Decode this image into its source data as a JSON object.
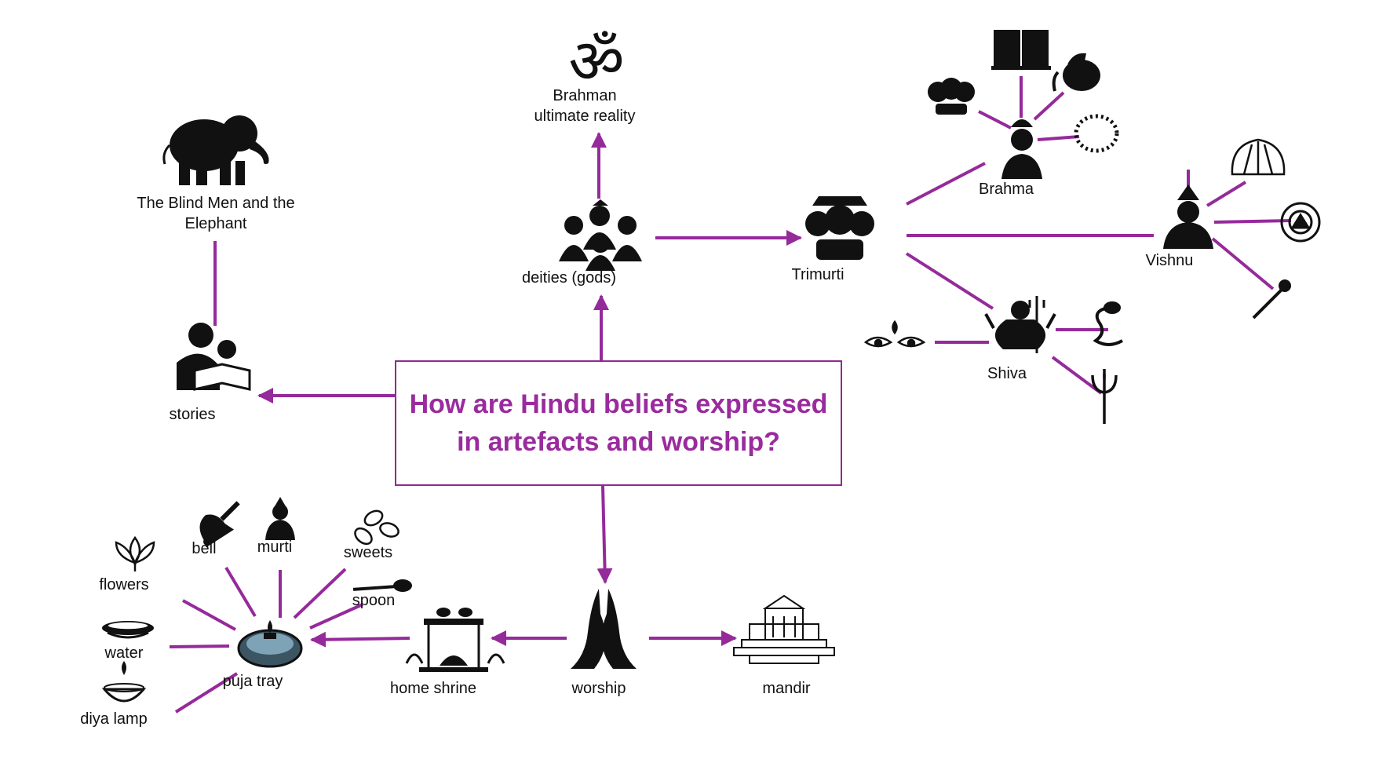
{
  "question": "How are Hindu beliefs expressed in artefacts and worship?",
  "colors": {
    "connector": "#952a9b",
    "question_text": "#9a2b9e",
    "icon": "#111111"
  },
  "nodes": {
    "brahman": "Brahman\nultimate reality",
    "deities": "deities (gods)",
    "trimurti": "Trimurti",
    "brahma": "Brahma",
    "vishnu": "Vishnu",
    "shiva": "Shiva",
    "story": "The Blind Men and the\nElephant",
    "stories": "stories",
    "worship": "worship",
    "home_shrine": "home shrine",
    "mandir": "mandir",
    "puja_tray": "puja tray",
    "flowers": "flowers",
    "bell": "bell",
    "murti": "murti",
    "sweets": "sweets",
    "spoon": "spoon",
    "water": "water",
    "diya_lamp": "diya lamp"
  },
  "icons": [
    "om-icon",
    "deities-icon",
    "trimurti-icon",
    "brahma-icon",
    "vishnu-icon",
    "shiva-icon",
    "elephant-icon",
    "reading-icon",
    "praying-hands-icon",
    "shrine-icon",
    "temple-icon",
    "puja-tray-icon",
    "lotus-icon",
    "bell-icon",
    "murti-icon",
    "sweets-icon",
    "spoon-icon",
    "water-bowl-icon",
    "diya-lamp-icon",
    "book-icon",
    "water-pot-icon",
    "prayer-beads-icon",
    "four-heads-icon",
    "conch-shell-icon",
    "chakra-icon",
    "mace-icon",
    "third-eye-icon",
    "snake-icon",
    "trident-icon"
  ]
}
